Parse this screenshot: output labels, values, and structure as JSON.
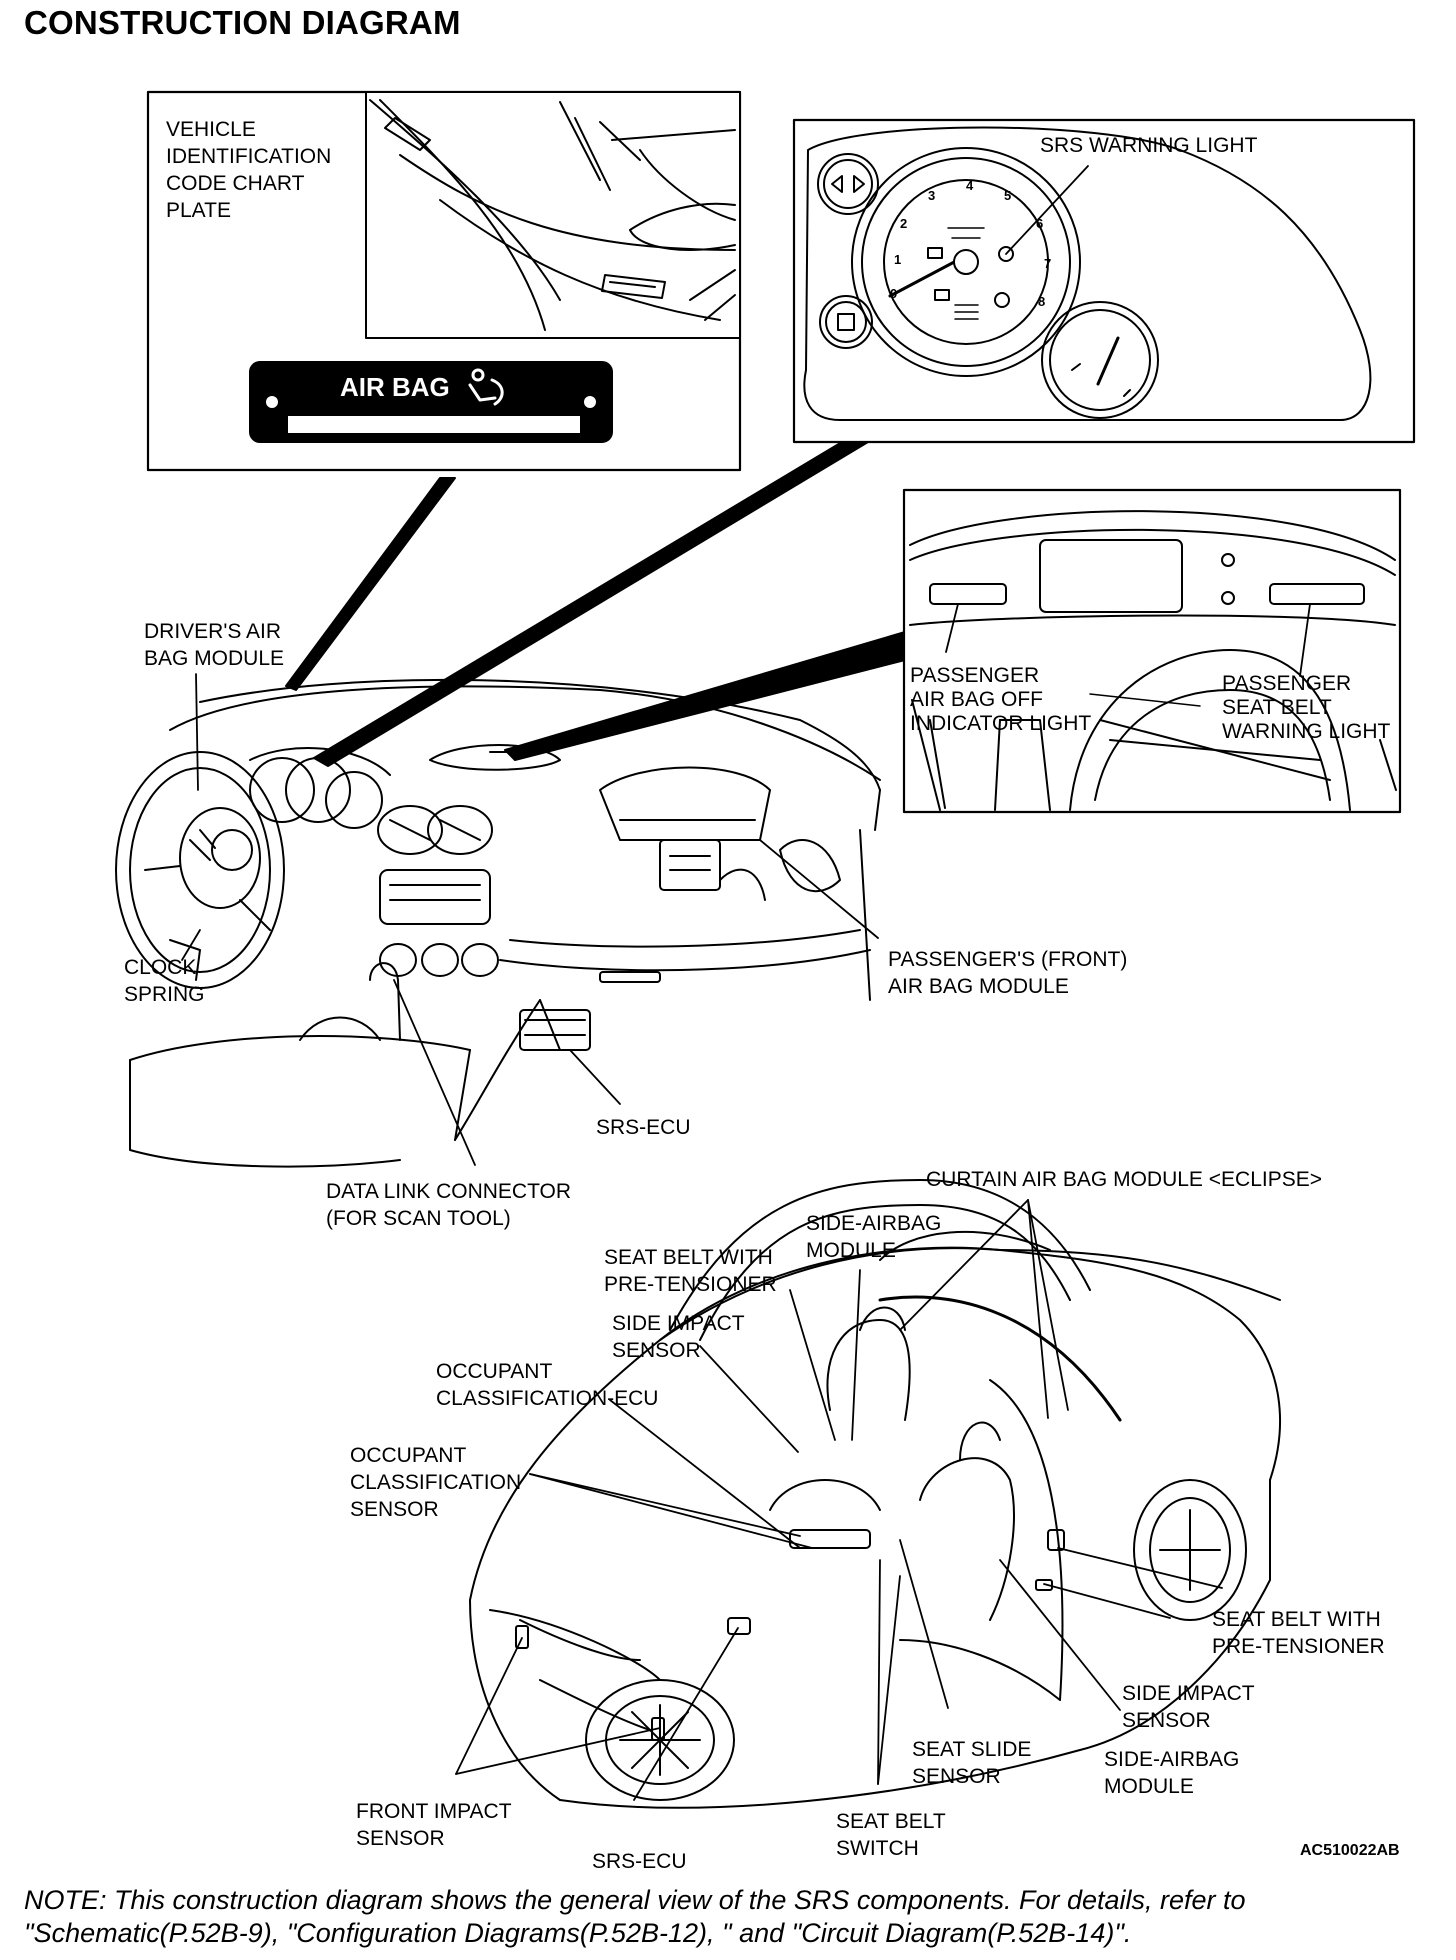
{
  "title": "CONSTRUCTION DIAGRAM",
  "figure_id": "AC510022AB",
  "plate_label": "AIR BAG",
  "gauge_numbers": [
    "0",
    "1",
    "2",
    "3",
    "4",
    "5",
    "6",
    "7",
    "8"
  ],
  "labels": {
    "vehicle_id_plate": [
      "VEHICLE",
      "IDENTIFICATION",
      "CODE CHART",
      "PLATE"
    ],
    "srs_warning_light": [
      "SRS WARNING LIGHT"
    ],
    "drivers_air_bag_module": [
      "DRIVER'S AIR",
      "BAG MODULE"
    ],
    "passenger_air_bag_off": [
      "PASSENGER",
      "AIR BAG OFF",
      "INDICATOR LIGHT"
    ],
    "passenger_seat_belt_warning": [
      "PASSENGER",
      "SEAT BELT",
      "WARNING LIGHT"
    ],
    "clock_spring": [
      "CLOCK",
      "SPRING"
    ],
    "passengers_front_air_bag": [
      "PASSENGER'S (FRONT)",
      "AIR BAG MODULE"
    ],
    "srs_ecu_top": [
      "SRS-ECU"
    ],
    "data_link_connector": [
      "DATA LINK CONNECTOR",
      "(FOR SCAN TOOL)"
    ],
    "curtain_air_bag": [
      "CURTAIN AIR BAG MODULE <ECLIPSE>"
    ],
    "side_airbag_module_top": [
      "SIDE-AIRBAG",
      "MODULE"
    ],
    "seat_belt_pretensioner_left": [
      "SEAT BELT WITH",
      "PRE-TENSIONER"
    ],
    "side_impact_sensor_top": [
      "SIDE IMPACT",
      "SENSOR"
    ],
    "occupant_classification_ecu": [
      "OCCUPANT",
      "CLASSIFICATION-ECU"
    ],
    "occupant_classification_sensor": [
      "OCCUPANT",
      "CLASSIFICATION",
      "SENSOR"
    ],
    "seat_belt_pretensioner_right": [
      "SEAT BELT WITH",
      "PRE-TENSIONER"
    ],
    "side_impact_sensor_right": [
      "SIDE IMPACT",
      "SENSOR"
    ],
    "side_airbag_module_bottom": [
      "SIDE-AIRBAG",
      "MODULE"
    ],
    "seat_slide_sensor": [
      "SEAT SLIDE",
      "SENSOR"
    ],
    "front_impact_sensor": [
      "FRONT IMPACT",
      "SENSOR"
    ],
    "srs_ecu_bottom": [
      "SRS-ECU"
    ],
    "seat_belt_switch": [
      "SEAT BELT",
      "SWITCH"
    ]
  },
  "note": [
    "NOTE: This construction diagram shows the general view of the SRS components. For details, refer to",
    "\"Schematic(P.52B-9), \"Configuration Diagrams(P.52B-12), \" and \"Circuit Diagram(P.52B-14)\"."
  ]
}
